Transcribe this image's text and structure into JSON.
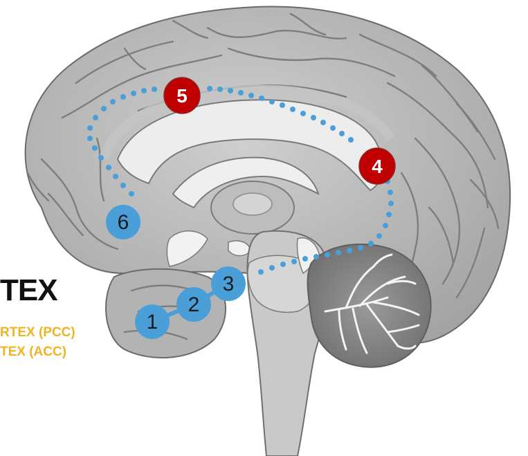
{
  "labels": {
    "heading": "TEX",
    "pcc": "RTEX (PCC)",
    "acc": "TEX (ACC)"
  },
  "markers": {
    "m1": "1",
    "m2": "2",
    "m3": "3",
    "m4": "4",
    "m5": "5",
    "m6": "6"
  },
  "colors": {
    "brain_base": "#b9b9b9",
    "brain_shadow": "#7c7c7c",
    "gyrus_highlight": "#d8d8d8",
    "white_matter": "#ececec",
    "path_dots": "#4a9fd8",
    "marker_blue": "#4a9fd8",
    "marker_red": "#c00000",
    "label_accent": "#f0b323",
    "heading_text": "#111111"
  }
}
